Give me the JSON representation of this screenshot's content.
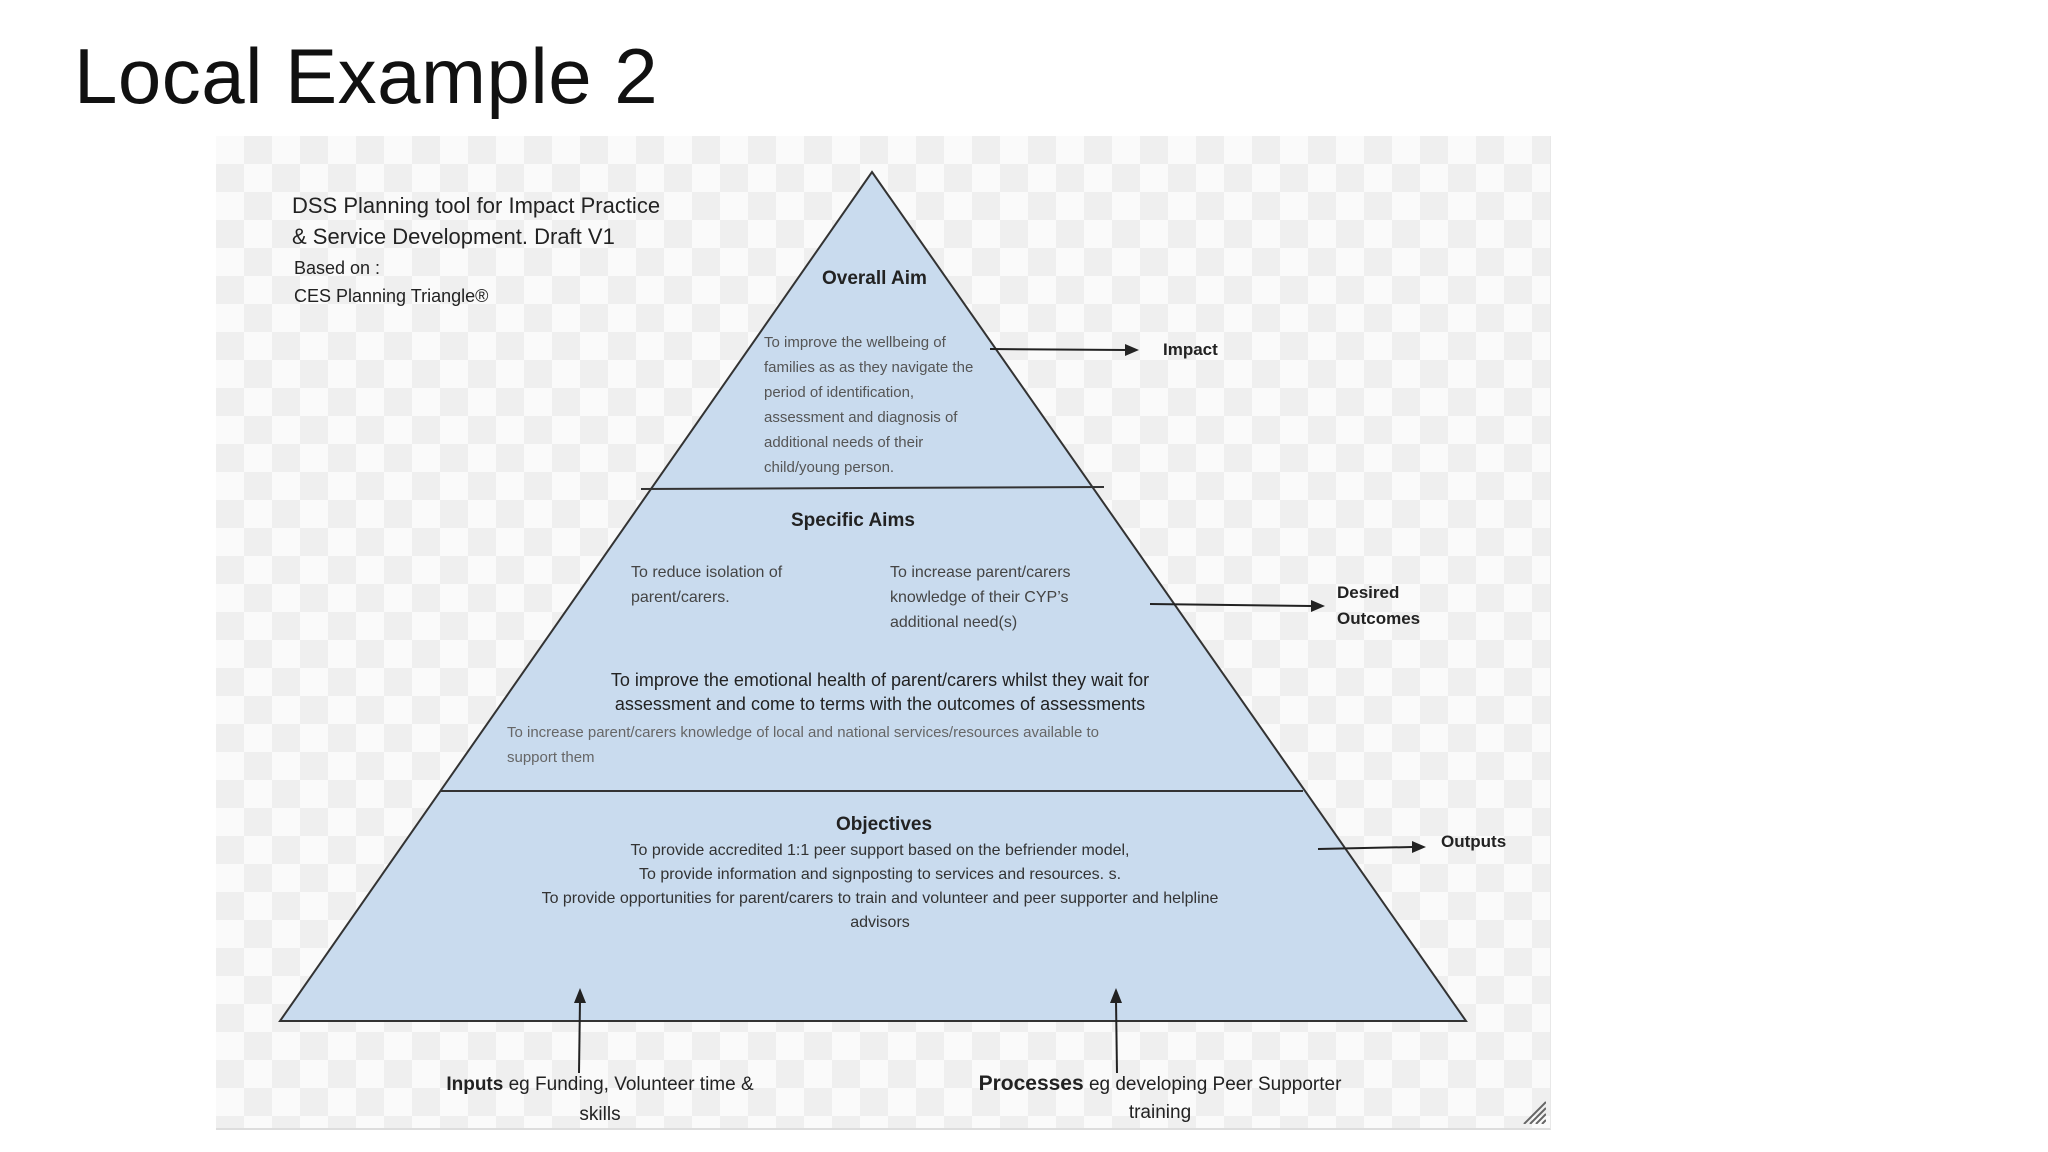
{
  "slide": {
    "title": "Local Example 2"
  },
  "tool": {
    "title_line1": "DSS Planning tool for Impact Practice",
    "title_line2": "&  Service Development. Draft V1",
    "based_on": "Based on :",
    "source": "CES  Planning Triangle®"
  },
  "overall_aim": {
    "heading": "Overall Aim",
    "lines": [
      "To improve the wellbeing of",
      "families  as as they navigate the",
      "period of identification,",
      "assessment and diagnosis of",
      "additional needs of their",
      "child/young person."
    ]
  },
  "specific_aims": {
    "heading": "Specific Aims",
    "aim_left": [
      "To reduce isolation of",
      "parent/carers."
    ],
    "aim_right": [
      "To increase  parent/carers",
      "knowledge  of their CYP’s",
      "additional need(s)"
    ],
    "aim_main": [
      "To improve the emotional health of parent/carers whilst they wait for",
      "assessment  and come to terms with the outcomes of assessments"
    ],
    "aim_extra": [
      "To increase parent/carers knowledge of local and national services/resources available to",
      "support them"
    ]
  },
  "objectives": {
    "heading": "Objectives",
    "lines": [
      "To provide accredited 1:1 peer support based on the befriender model,",
      "To provide information and signposting to services and resources. s.",
      "To provide opportunities for parent/carers to train and volunteer and peer supporter and helpline",
      "advisors"
    ]
  },
  "side_labels": {
    "impact": "Impact",
    "desired_1": "Desired",
    "desired_2": "Outcomes",
    "outputs": "Outputs"
  },
  "bottom_labels": {
    "inputs_bold": "Inputs",
    "inputs_rest": " eg Funding, Volunteer time &",
    "inputs_line2": "skills",
    "processes_bold": "Processes",
    "processes_rest": " eg developing Peer Supporter",
    "processes_line2": "training"
  },
  "colors": {
    "triangle_fill": "#c9dbee",
    "lines": "#333333"
  }
}
